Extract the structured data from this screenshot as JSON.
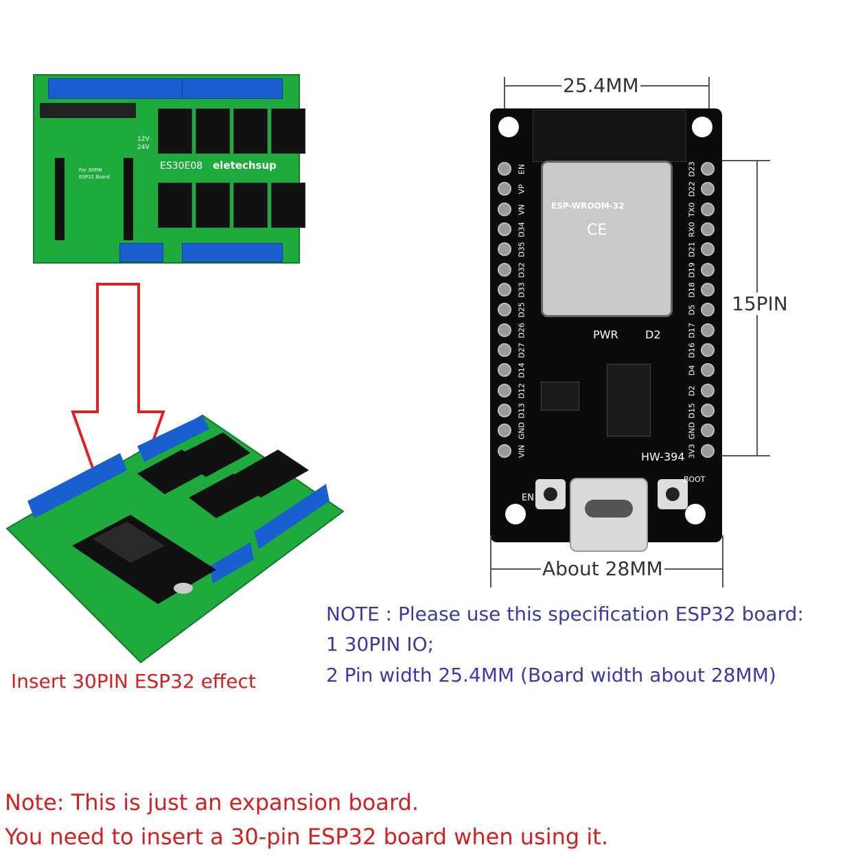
{
  "top_board": {
    "model_label": "ES30E08",
    "brand_label": "eletechsup",
    "voltage_12": "12V",
    "voltage_24": "24V",
    "esp_label_line1": "For 30PIN",
    "esp_label_line2": "ESP32 Board"
  },
  "insert_caption": "Insert 30PIN ESP32 effect",
  "esp32_board": {
    "width_dimension": "25.4MM",
    "pin_count_dimension": "15PIN",
    "board_width_dimension": "About 28MM",
    "module_label": "ESP-WROOM-32",
    "board_model": "HW-394",
    "pwr_label": "PWR",
    "d2_label": "D2",
    "en_button_label": "EN",
    "boot_button_label": "BOOT",
    "left_pins": [
      "EN",
      "VP",
      "VN",
      "D34",
      "D35",
      "D32",
      "D33",
      "D25",
      "D26",
      "D27",
      "D14",
      "D12",
      "D13",
      "GND",
      "VIN"
    ],
    "right_pins": [
      "D23",
      "D22",
      "TX0",
      "RX0",
      "D21",
      "D19",
      "D18",
      "D5",
      "D17",
      "D16",
      "D4",
      "D2",
      "D15",
      "GND",
      "3V3"
    ]
  },
  "note_block": {
    "line1": "NOTE : Please use this specification ESP32 board:",
    "line2": "1 30PIN IO;",
    "line3": "2 Pin width 25.4MM (Board width about 28MM)"
  },
  "bottom_note": {
    "line1": "Note: This is just an expansion board.",
    "line2": "You need to insert a 30-pin ESP32 board when using it."
  },
  "colors": {
    "pcb_green": "#1faa3e",
    "terminal_blue": "#1a5fd0",
    "arrow_red": "#e02020",
    "note_blue": "#3a3aa0",
    "note_red": "#d02020"
  }
}
